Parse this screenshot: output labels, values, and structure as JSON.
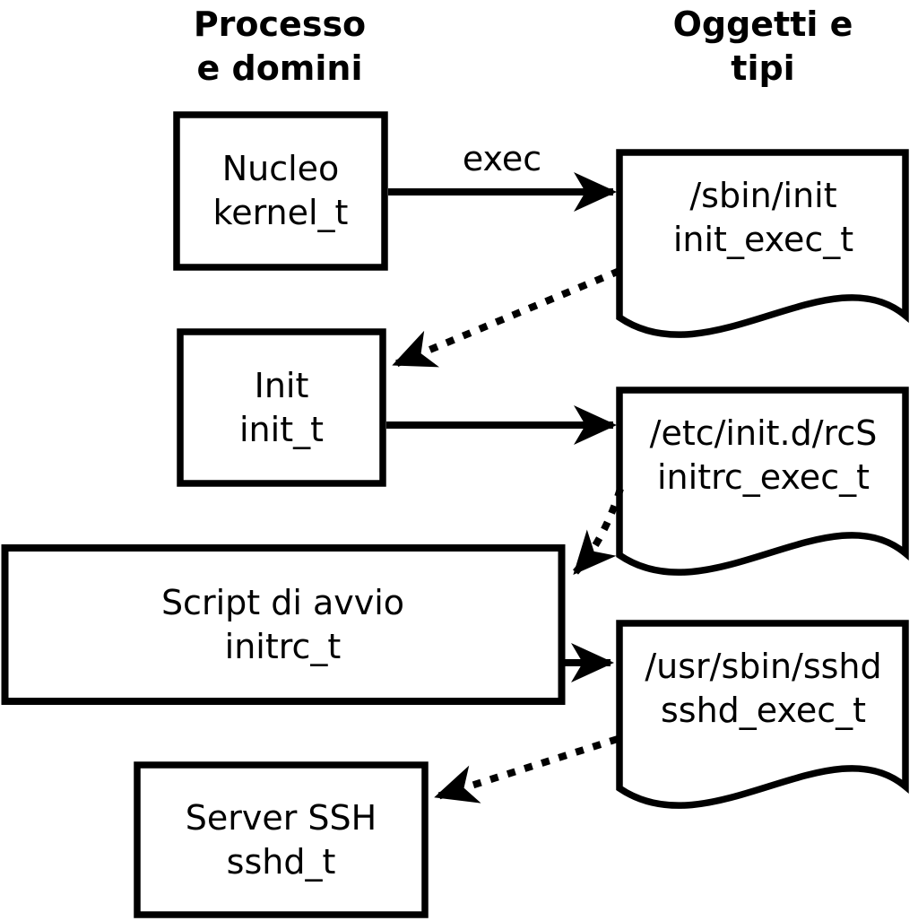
{
  "headers": {
    "left": {
      "line1": "Processo",
      "line2": "e domini"
    },
    "right": {
      "line1": "Oggetti e",
      "line2": "tipi"
    }
  },
  "edge_labels": {
    "exec": "exec"
  },
  "processes": [
    {
      "name": "Nucleo",
      "type": "kernel_t"
    },
    {
      "name": "Init",
      "type": "init_t"
    },
    {
      "name": "Script di avvio",
      "type": "initrc_t"
    },
    {
      "name": "Server SSH",
      "type": "sshd_t"
    }
  ],
  "objects": [
    {
      "path": "/sbin/init",
      "type": "init_exec_t"
    },
    {
      "path": "/etc/init.d/rcS",
      "type": "initrc_exec_t"
    },
    {
      "path": "/usr/sbin/sshd",
      "type": "sshd_exec_t"
    }
  ],
  "colors": {
    "foreground": "#000000",
    "background": "#ffffff"
  }
}
